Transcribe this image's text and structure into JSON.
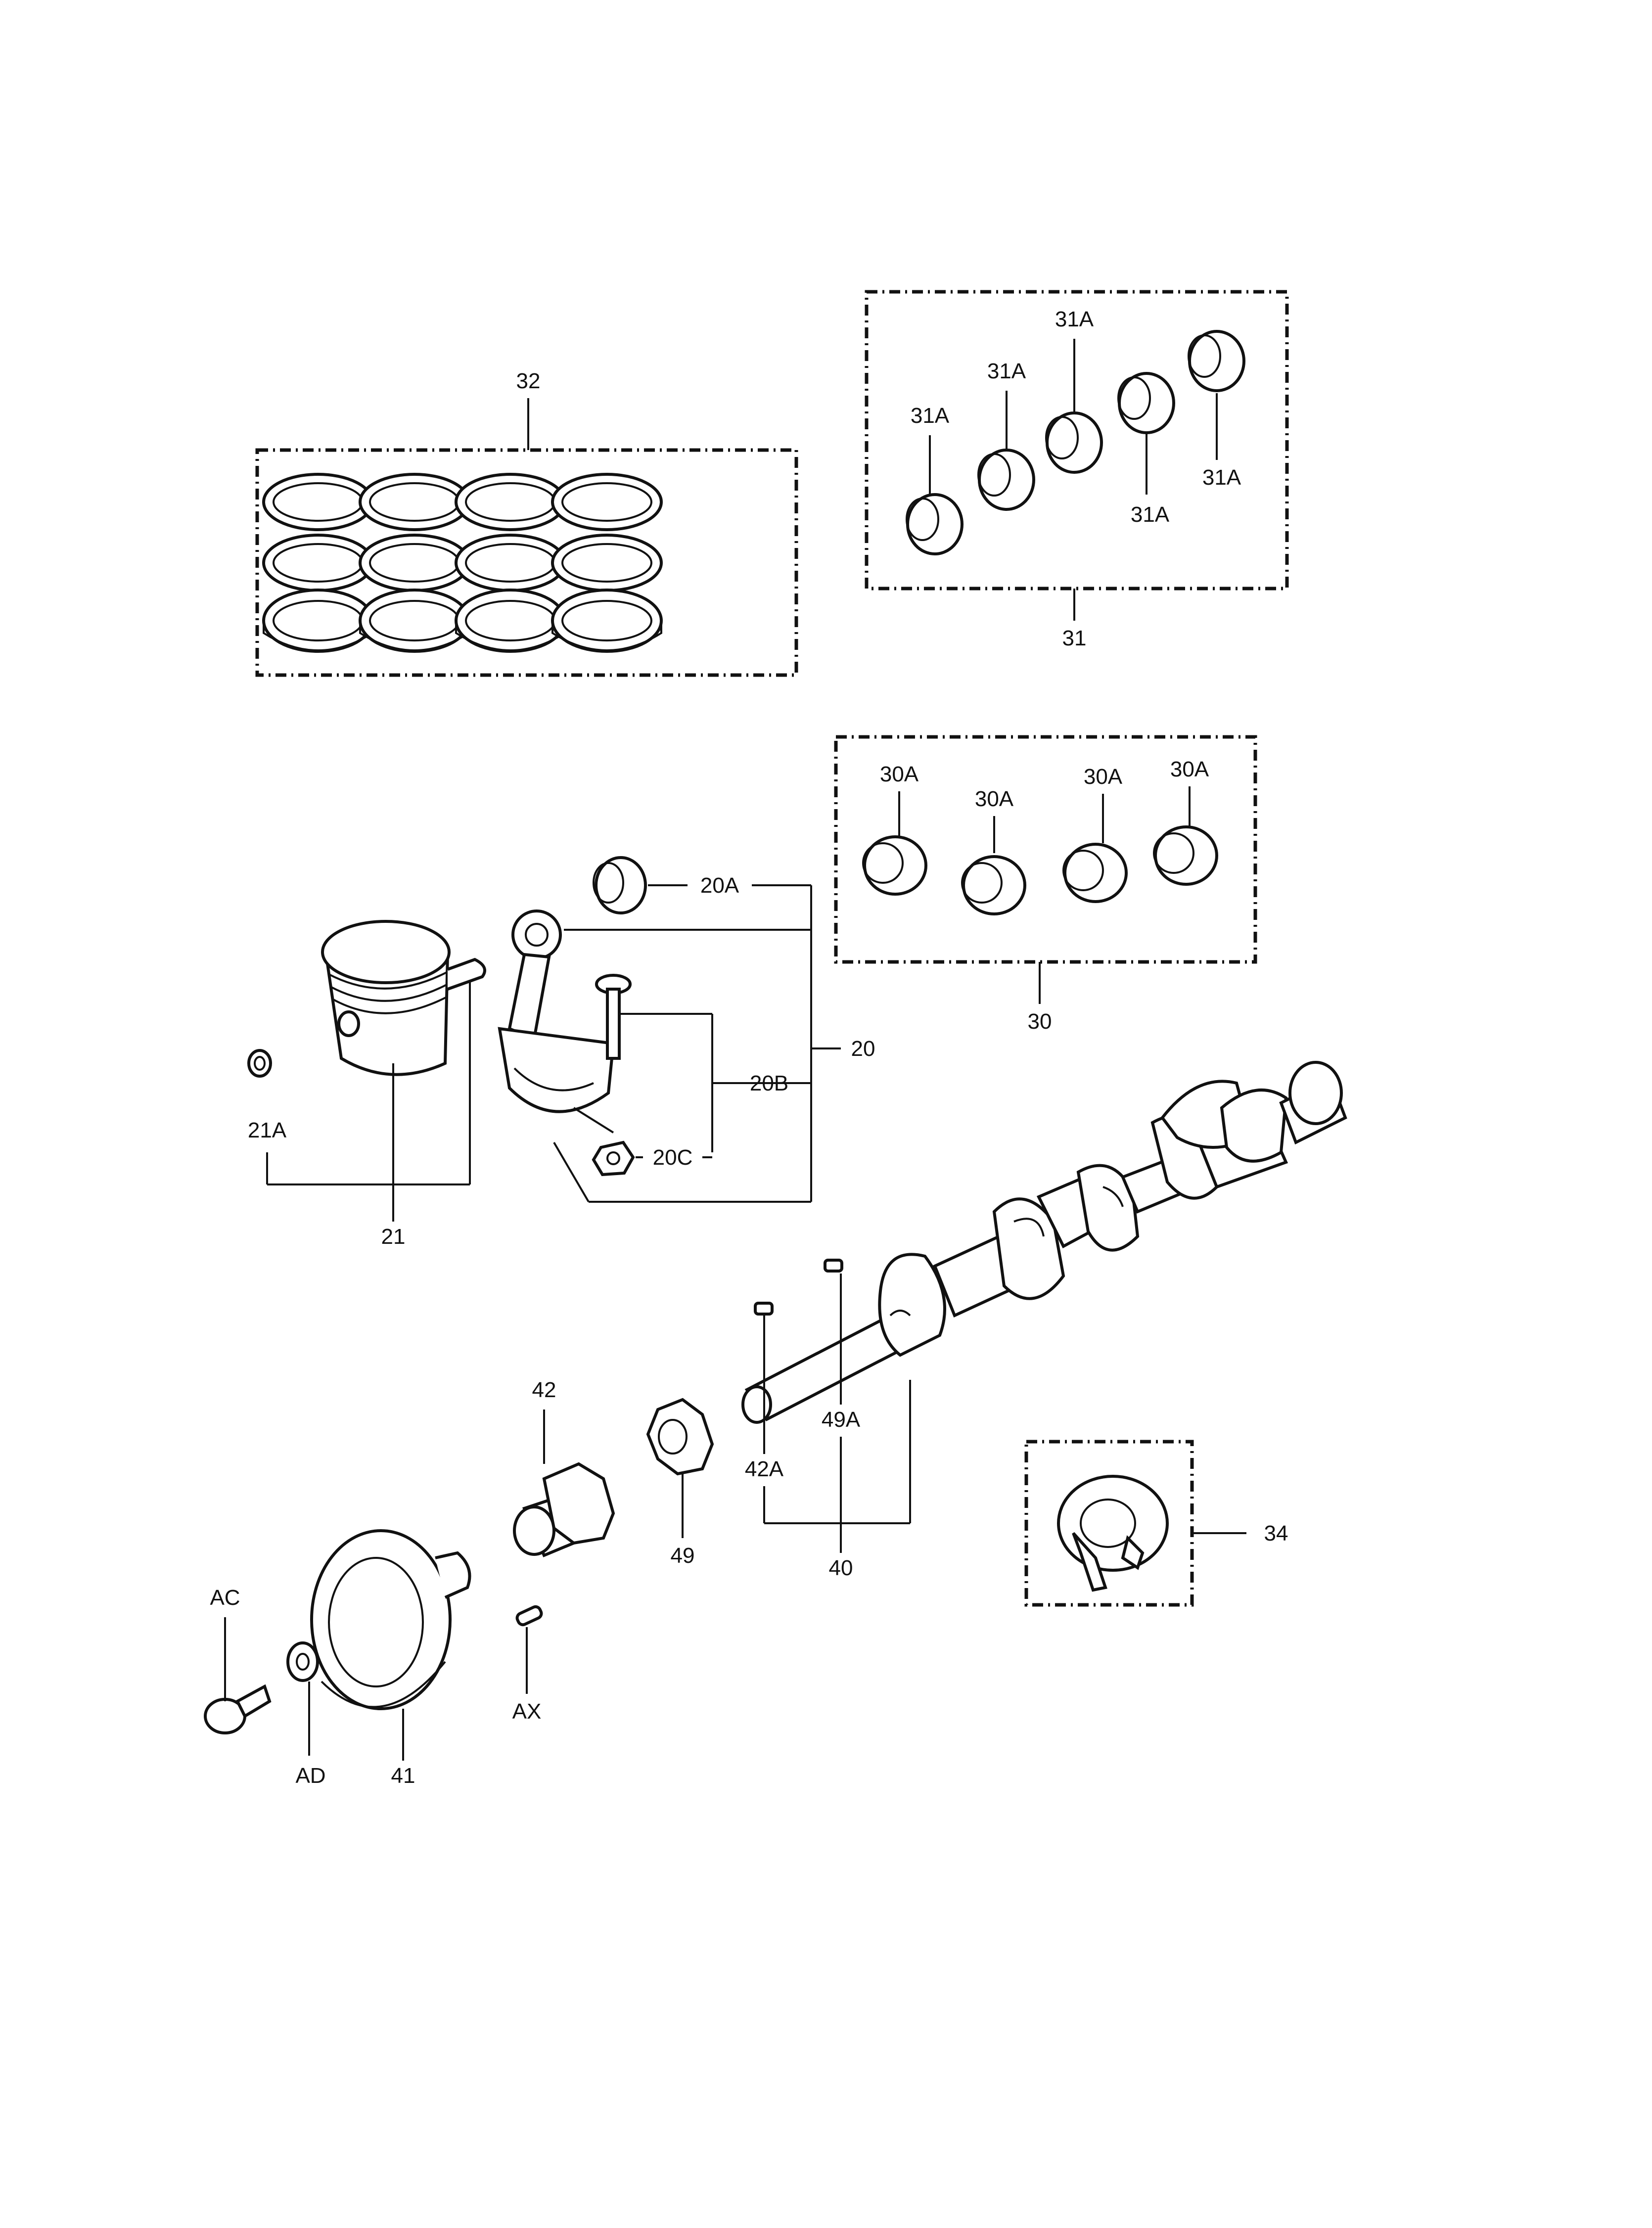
{
  "labels": {
    "l32": "32",
    "l31": "31",
    "l31A_1": "31A",
    "l31A_2": "31A",
    "l31A_3": "31A",
    "l31A_4": "31A",
    "l31A_5": "31A",
    "l30": "30",
    "l30A_1": "30A",
    "l30A_2": "30A",
    "l30A_3": "30A",
    "l30A_4": "30A",
    "l20": "20",
    "l20A": "20A",
    "l20B": "20B",
    "l20C": "20C",
    "l21": "21",
    "l21A": "21A",
    "l42": "42",
    "l42A": "42A",
    "l49": "49",
    "l49A": "49A",
    "l40": "40",
    "l34": "34",
    "lAC": "AC",
    "lAD": "AD",
    "l41": "41",
    "lAX": "AX"
  }
}
